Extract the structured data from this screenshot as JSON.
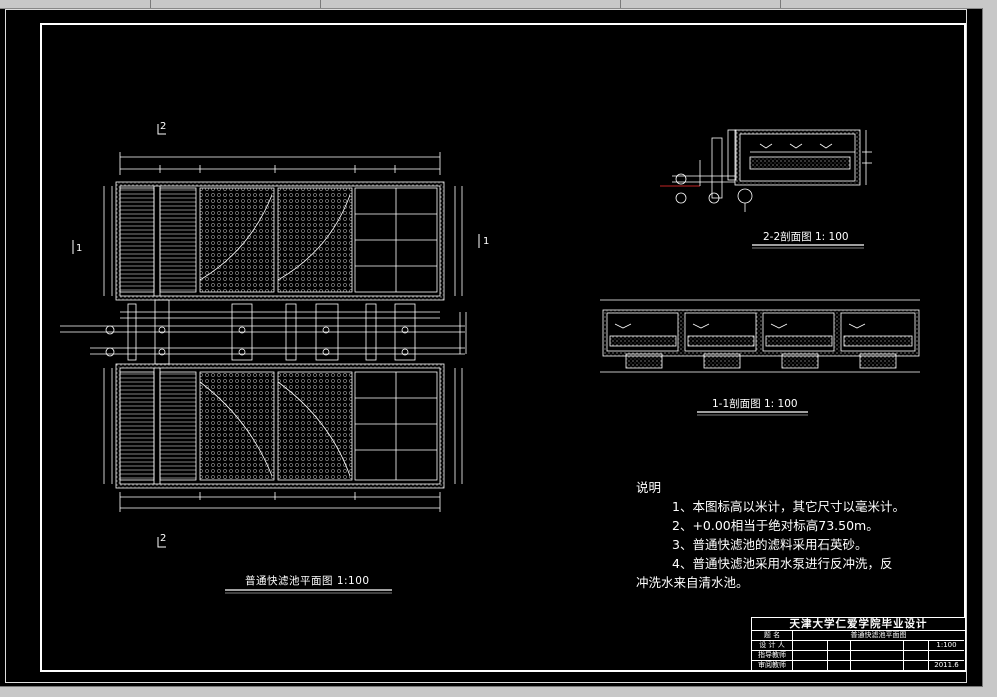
{
  "plan": {
    "title": "普通快滤池平面图 1:100",
    "section_marks": [
      "1",
      "1",
      "2",
      "2"
    ]
  },
  "section22": {
    "title": "2-2剖面图 1: 100"
  },
  "section11": {
    "title": "1-1剖面图 1: 100"
  },
  "notes": {
    "heading": "说明",
    "items": [
      "1、本图标高以米计，其它尺寸以毫米计。",
      "2、+0.00相当于绝对标高73.50m。",
      "3、普通快滤池的滤料采用石英砂。",
      "4、普通快滤池采用水泵进行反冲洗，反",
      "冲洗水来自清水池。"
    ]
  },
  "title_block": {
    "header": "天津大学仁爱学院毕业设计",
    "row1": [
      "题 名",
      "普通快滤池平面图"
    ],
    "row2": [
      "设 计 人",
      "",
      "",
      "",
      "",
      "1:100"
    ],
    "row3": [
      "指导教师",
      "",
      "",
      "",
      "",
      ""
    ],
    "row4": [
      "审阅教师",
      "",
      "",
      "",
      "",
      "2011.6"
    ]
  },
  "colors": {
    "background": "#000000",
    "lines": "#ffffff",
    "accent": "#ff3030"
  }
}
